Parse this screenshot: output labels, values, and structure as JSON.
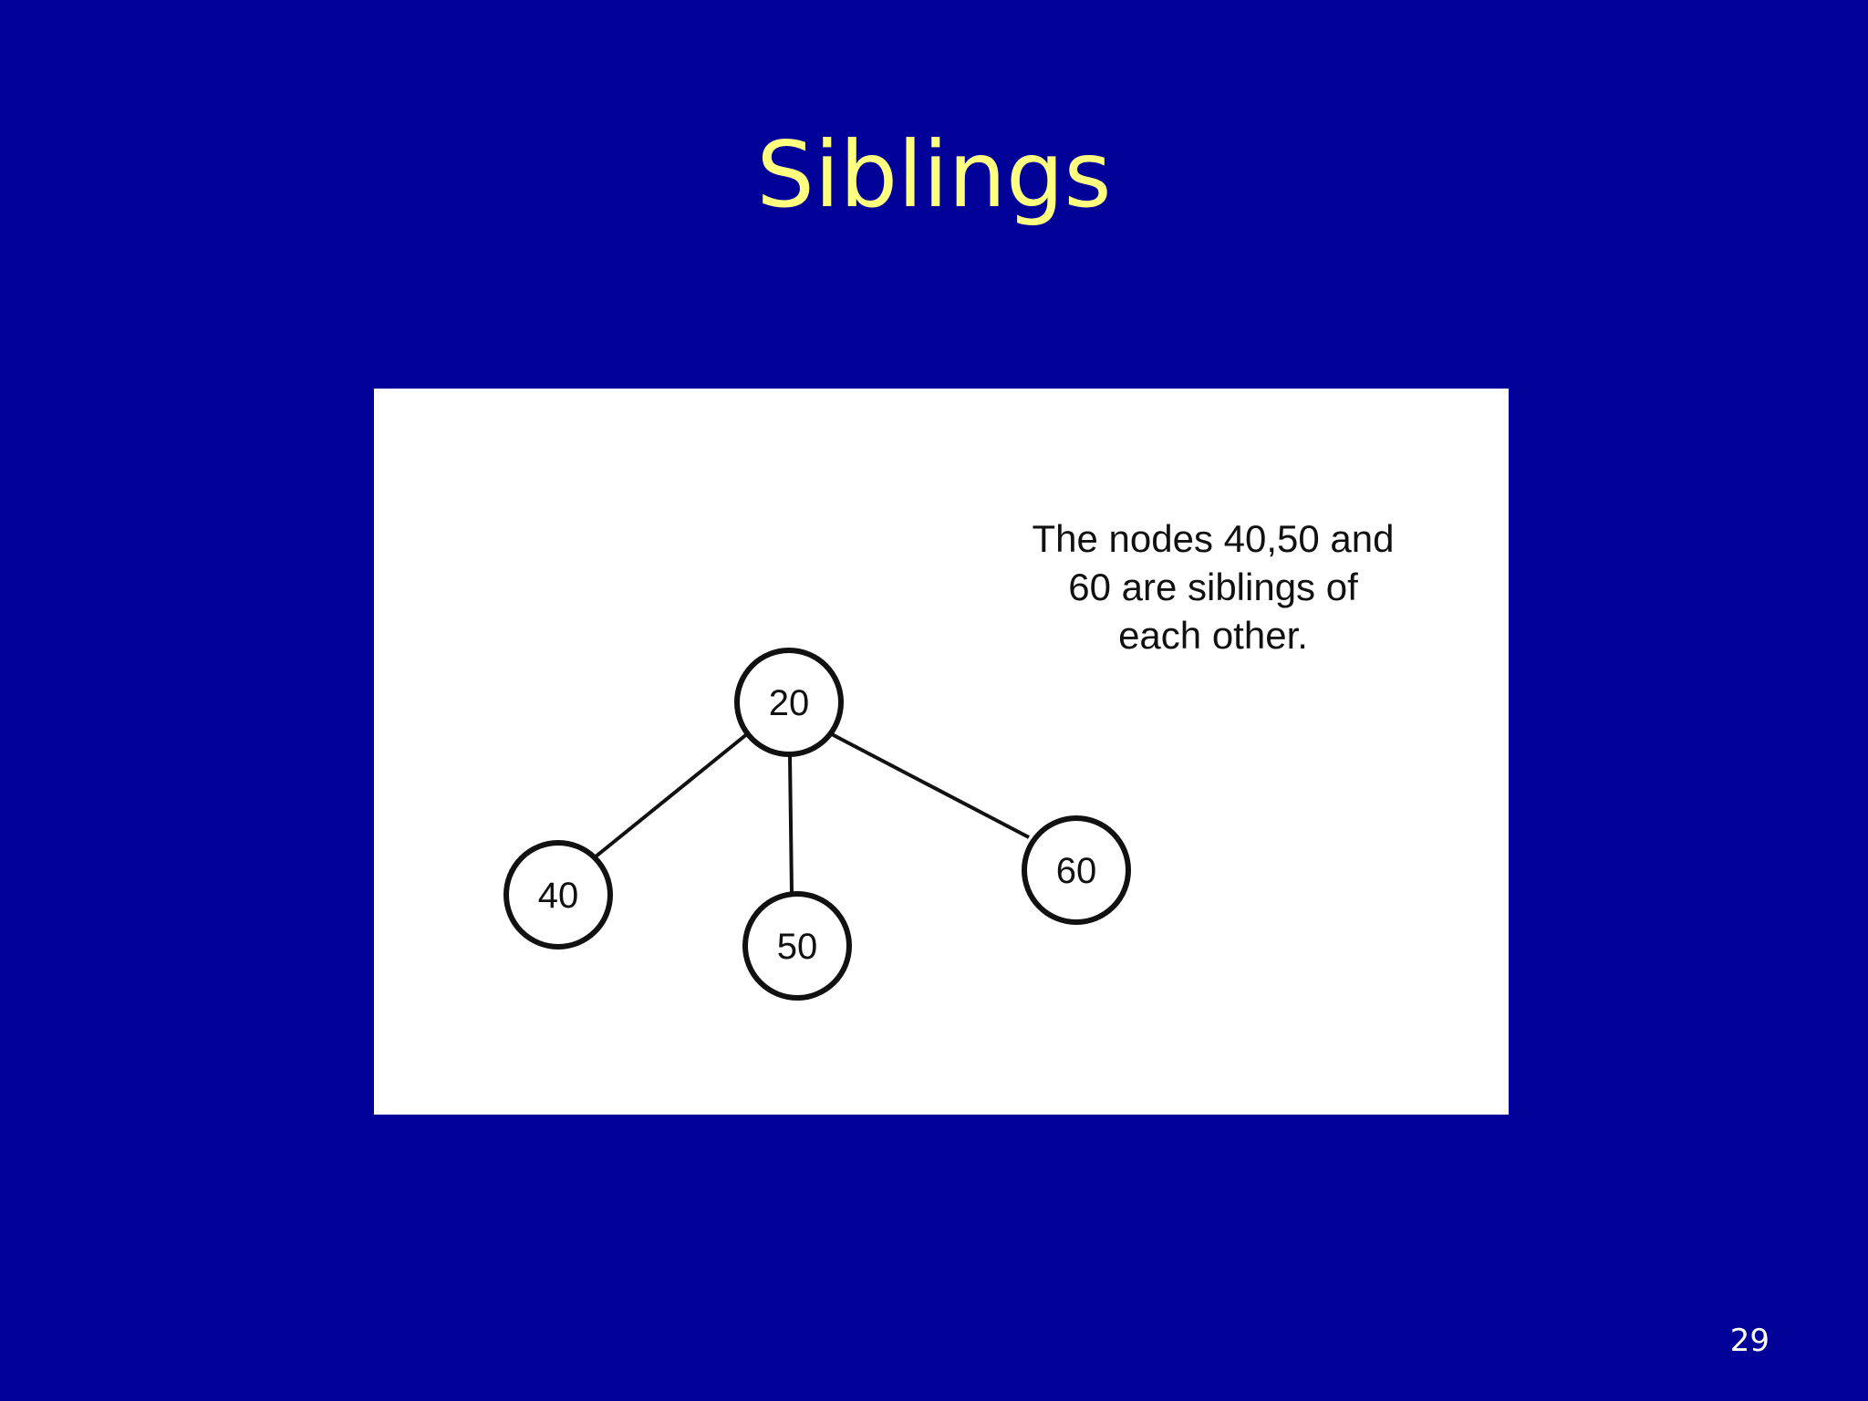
{
  "slide": {
    "title": "Siblings",
    "page_number": "29",
    "background_color": "#020299",
    "title_color": "#FFFF80"
  },
  "diagram": {
    "caption_lines": [
      "The nodes 40,50  and",
      "60 are siblings of",
      "each other."
    ],
    "nodes": {
      "root": "20",
      "child_1": "40",
      "child_2": "50",
      "child_3": "60"
    },
    "edges": [
      {
        "from": "20",
        "to": "40"
      },
      {
        "from": "20",
        "to": "50"
      },
      {
        "from": "20",
        "to": "60"
      }
    ]
  }
}
